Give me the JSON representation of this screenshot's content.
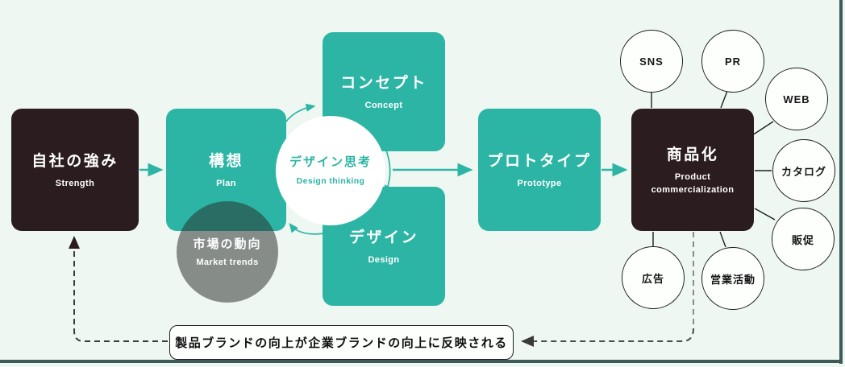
{
  "colors": {
    "accent_teal": "#2cb5a4",
    "dark_box": "#2b1c1f",
    "background_mint": "#eef7f1",
    "connector_black": "#1f1f1f",
    "dashed_gray": "#4a4a4a",
    "frame_edge": "#3e5b58"
  },
  "flow": {
    "strength": {
      "title": "自社の強み",
      "subtitle": "Strength"
    },
    "plan": {
      "title": "構想",
      "subtitle": "Plan"
    },
    "market_trends": {
      "title": "市場の動向",
      "subtitle": "Market trends"
    },
    "design_thinking": {
      "title": "デザイン思考",
      "subtitle": "Design thinking"
    },
    "concept": {
      "title": "コンセプト",
      "subtitle": "Concept"
    },
    "design": {
      "title": "デザイン",
      "subtitle": "Design"
    },
    "prototype": {
      "title": "プロトタイプ",
      "subtitle": "Prototype"
    },
    "commercialization": {
      "title": "商品化",
      "subtitle": "Product commercialization"
    }
  },
  "promotion_channels": [
    {
      "label": "SNS"
    },
    {
      "label": "PR"
    },
    {
      "label": "WEB"
    },
    {
      "label": "カタログ"
    },
    {
      "label": "販促"
    },
    {
      "label": "営業活動"
    },
    {
      "label": "広告"
    }
  ],
  "feedback_note": {
    "text": "製品ブランドの向上が企業ブランドの向上に反映される"
  }
}
